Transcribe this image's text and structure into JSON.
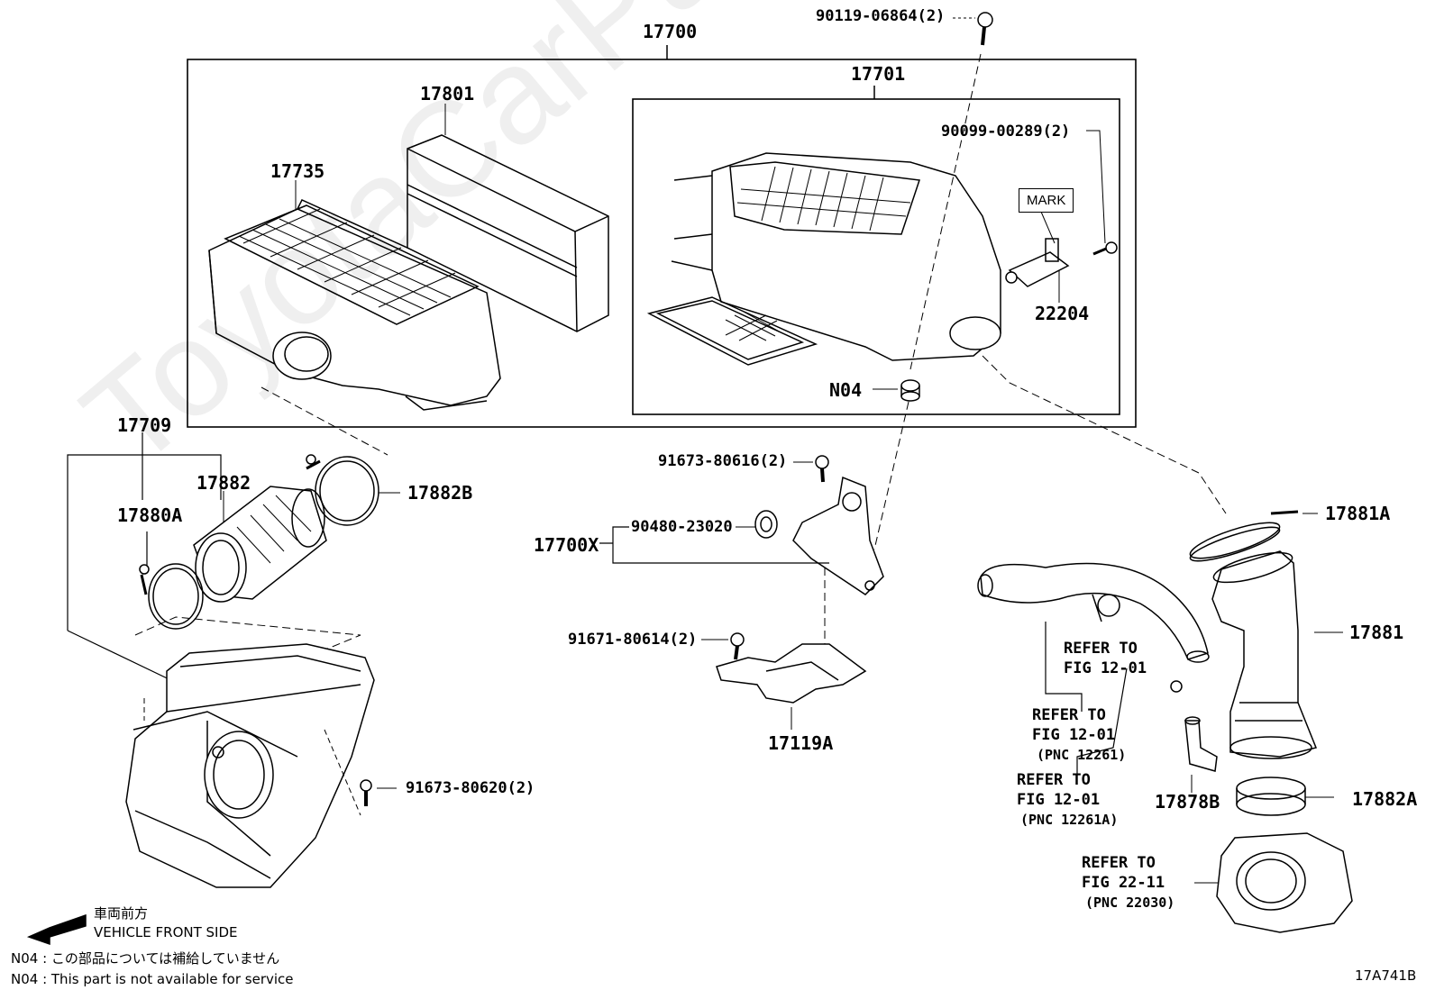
{
  "labels": {
    "p17700": "17700",
    "p17701": "17701",
    "p17801": "17801",
    "p17735": "17735",
    "p90119": "90119-06864(2)",
    "p90099": "90099-00289(2)",
    "mark": "MARK",
    "p22204": "22204",
    "n04": "N04",
    "p17709": "17709",
    "p17882": "17882",
    "p17882b": "17882B",
    "p17880a": "17880A",
    "p91673_616": "91673-80616(2)",
    "p90480": "90480-23020",
    "p17700x": "17700X",
    "p91671": "91671-80614(2)",
    "p17119a": "17119A",
    "p91673_620": "91673-80620(2)",
    "p17881a": "17881A",
    "p17881": "17881",
    "p17878b": "17878B",
    "p17882a": "17882A",
    "ref1_a": "REFER TO",
    "ref1_b": "FIG 12-01",
    "ref2_a": "REFER TO",
    "ref2_b": "FIG 12-01",
    "ref2_c": "(PNC 12261)",
    "ref3_a": "REFER TO",
    "ref3_b": "FIG 12-01",
    "ref3_c": "(PNC 12261A)",
    "ref4_a": "REFER TO",
    "ref4_b": "FIG 22-11",
    "ref4_c": "(PNC 22030)"
  },
  "legend": {
    "front_jp": "車両前方",
    "front_en": "VEHICLE FRONT SIDE",
    "note_jp": "N04 : この部品については補給していません",
    "note_en": "N04 : This part is not available for service"
  },
  "figure_id": "17A741B",
  "watermark": "ToyotaCarParts.ru",
  "colors": {
    "line": "#000000",
    "background": "#ffffff"
  }
}
